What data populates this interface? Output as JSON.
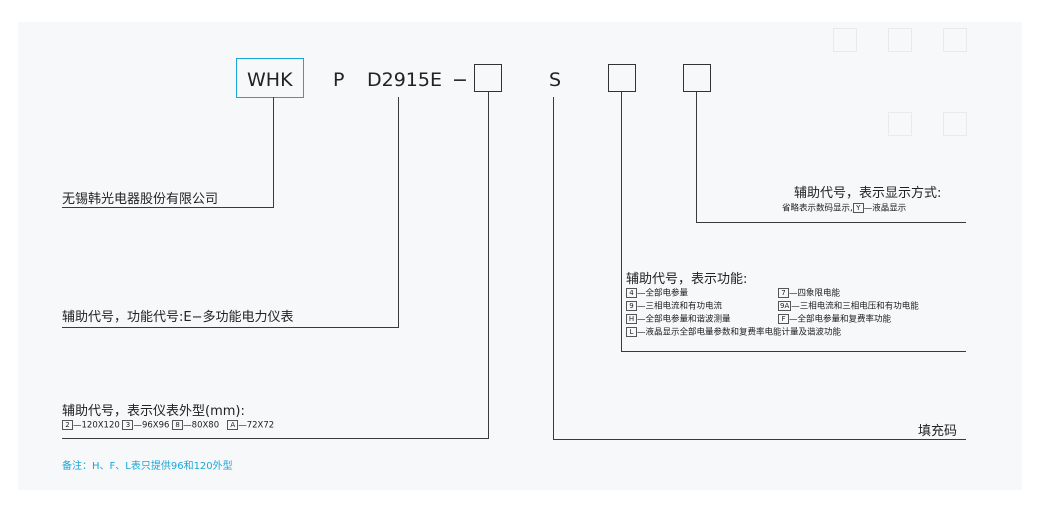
{
  "model": {
    "whk": "WHK",
    "p": "P",
    "d": "D2915E",
    "dash": "−",
    "s": "S"
  },
  "labels": {
    "company": "无锡韩光电器股份有限公司",
    "function_code": "辅助代号，功能代号:E−多功能电力仪表",
    "size_title": "辅助代号，表示仪表外型(mm):",
    "sizes": [
      {
        "code": "2",
        "text": "—120X120"
      },
      {
        "code": "3",
        "text": "—96X96"
      },
      {
        "code": "8",
        "text": "—80X80"
      },
      {
        "code": "A",
        "text": "—72X72"
      }
    ],
    "fill_code": "填充码",
    "display_title": "辅助代号，表示显示方式:",
    "display_desc_a": "省略表示数码显示,",
    "display_code": "Y",
    "display_desc_b": "—液晶显示",
    "func_title": "辅助代号，表示功能:",
    "func_items": [
      {
        "code": "4",
        "text": "—全部电参量"
      },
      {
        "code": "7",
        "text": "—四象限电能"
      },
      {
        "code": "9",
        "text": "—三相电流和有功电流"
      },
      {
        "code": "9A",
        "text": "—三相电流和三相电压和有功电能"
      },
      {
        "code": "H",
        "text": "—全部电参量和谐波测量"
      },
      {
        "code": "F",
        "text": "—全部电参量和复费率功能"
      },
      {
        "code": "L",
        "text": "—液晶显示全部电量参数和复费率电能计量及谐波功能"
      }
    ],
    "note": "备注：H、F、L表只提供96和120外型"
  },
  "colors": {
    "accent": "#1aa6d8",
    "line": "#3a3a3a",
    "background": "#f7f8f9"
  }
}
